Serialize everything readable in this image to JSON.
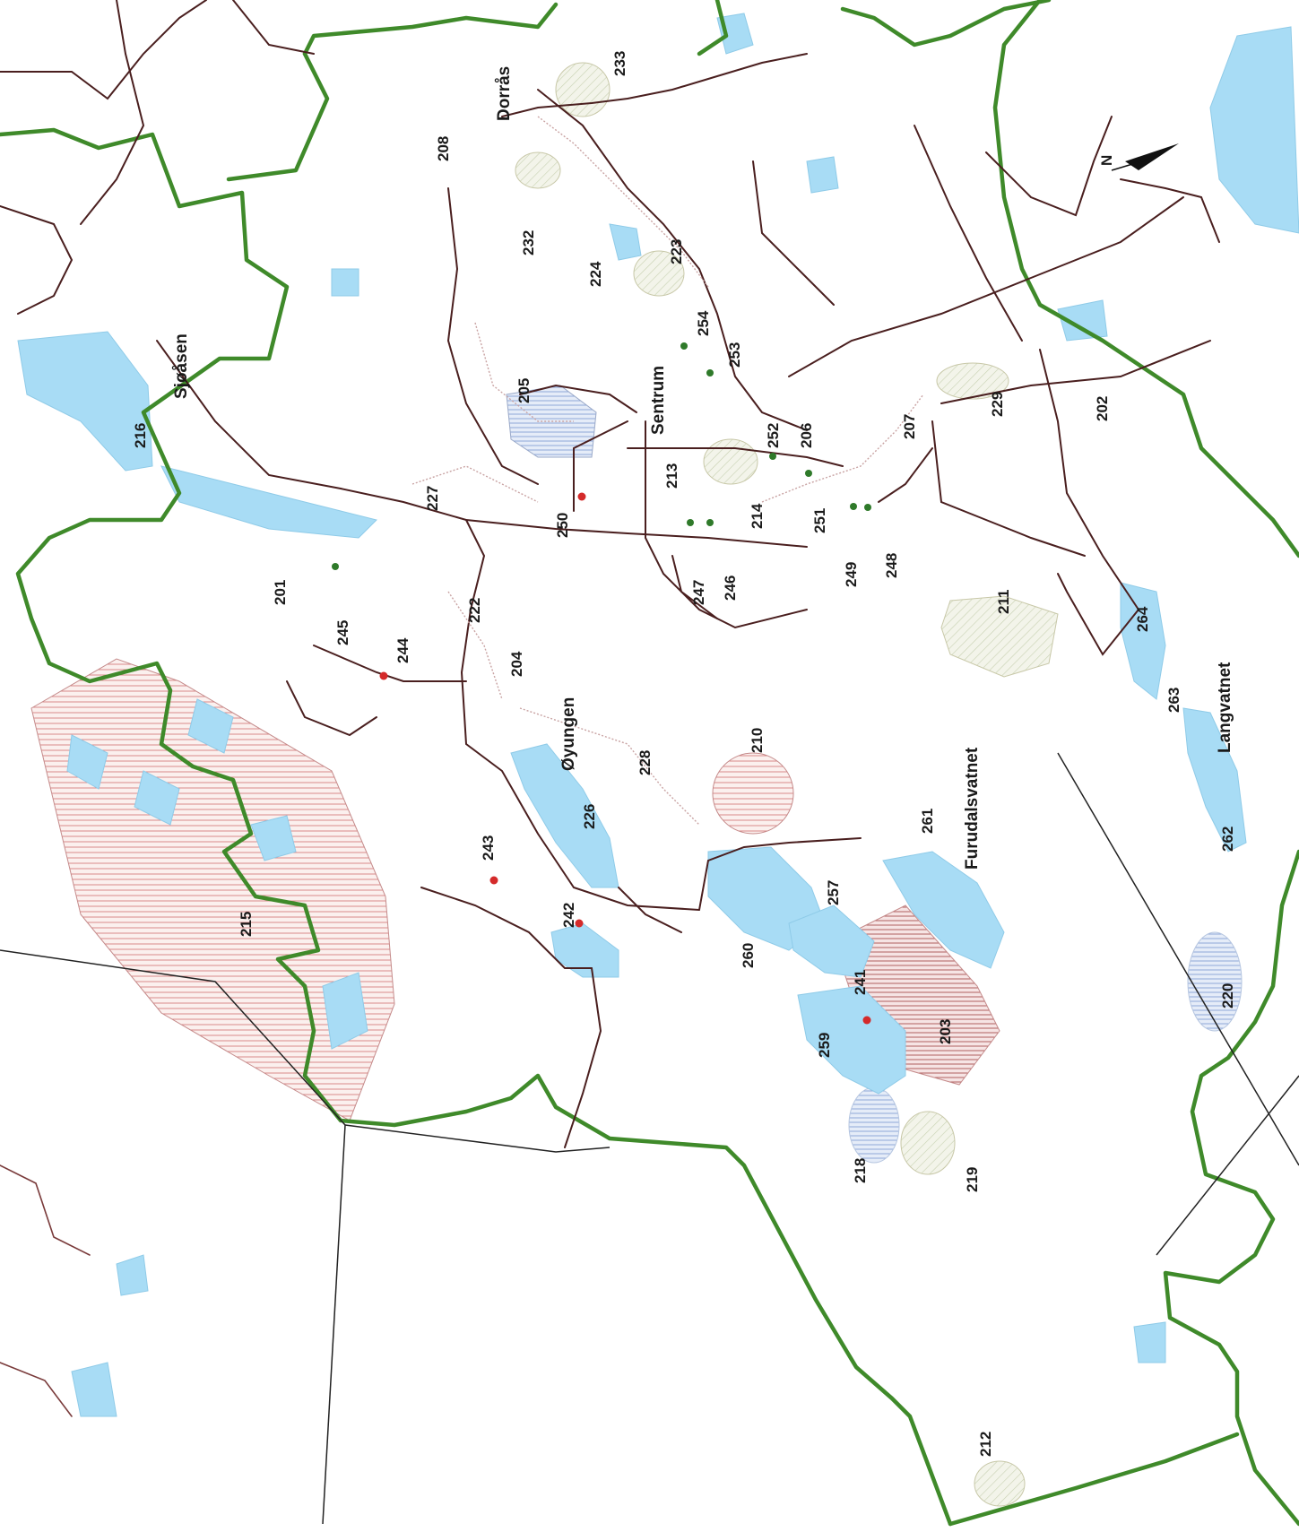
{
  "map": {
    "place_names": [
      "Sjøåsen",
      "Dorrås",
      "Sentrum",
      "Øyungen",
      "Furudalsvatnet",
      "Langvatnet"
    ],
    "area_numbers": [
      "201",
      "202",
      "203",
      "204",
      "205",
      "206",
      "207",
      "208",
      "210",
      "211",
      "212",
      "213",
      "214",
      "215",
      "216",
      "218",
      "219",
      "220",
      "222",
      "223",
      "224",
      "226",
      "227",
      "228",
      "229",
      "232",
      "233",
      "241",
      "242",
      "243",
      "244",
      "245",
      "246",
      "247",
      "248",
      "249",
      "250",
      "251",
      "252",
      "253",
      "254",
      "257",
      "259",
      "260",
      "261",
      "262",
      "263",
      "264"
    ],
    "north_label": "N",
    "colors": {
      "background": "#ffffff",
      "water": "#a8dcf5",
      "boundary_green": "#3f8a2a",
      "road": "#4a1f1f",
      "hatch_red": "#d98a8a",
      "hatch_blue": "#8fa8d9",
      "hatch_green": "#b8c9a0",
      "point_red": "#d42a2a",
      "point_green": "#2f7a2a"
    },
    "orientation": "rotated 90° clockwise"
  }
}
